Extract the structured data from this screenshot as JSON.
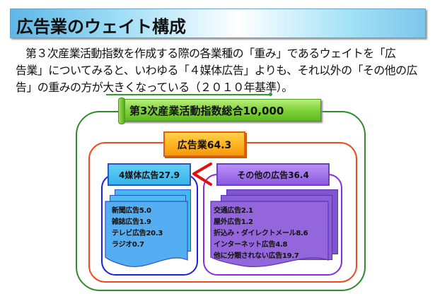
{
  "header": {
    "title": "広告業のウェイト構成"
  },
  "description": {
    "lines": [
      "第３次産業活動指数を作成する際の各業種の「重み」であるウェイトを「広",
      "告業」についてみると、いわゆる「４媒体広告」よりも、それ以外の「その他の広",
      "告」の重みの方が大きくなっている（２０１０年基準）。"
    ]
  },
  "diagram": {
    "total": {
      "label": "第3次産業活動指数総合",
      "value": "10,000"
    },
    "industry": {
      "label": "広告業",
      "value": "64.3"
    },
    "comparison_symbol": "<",
    "four_media": {
      "label": "4媒体広告",
      "value": "27.9",
      "items": [
        {
          "label": "新聞広告",
          "value": "5.0"
        },
        {
          "label": "雑誌広告",
          "value": "1.9"
        },
        {
          "label": "テレビ広告",
          "value": "20.3"
        },
        {
          "label": "ラジオ",
          "value": "0.7"
        }
      ]
    },
    "other": {
      "label": "その他の広告",
      "value": "36.4",
      "items": [
        {
          "label": "交通広告",
          "value": "2.1"
        },
        {
          "label": "屋外広告",
          "value": "1.2"
        },
        {
          "label": "折込み・ダイレクトメール",
          "value": "8.6"
        },
        {
          "label": "インターネット広告",
          "value": "4.8"
        },
        {
          "label": "他に分類されない広告",
          "value": "19.7"
        }
      ]
    },
    "colors": {
      "total": "#2e8b2e",
      "industry": "#ef4b1d",
      "four_media": "#1f1fe0",
      "other": "#8a2be2",
      "comparison": "#e01010"
    }
  }
}
